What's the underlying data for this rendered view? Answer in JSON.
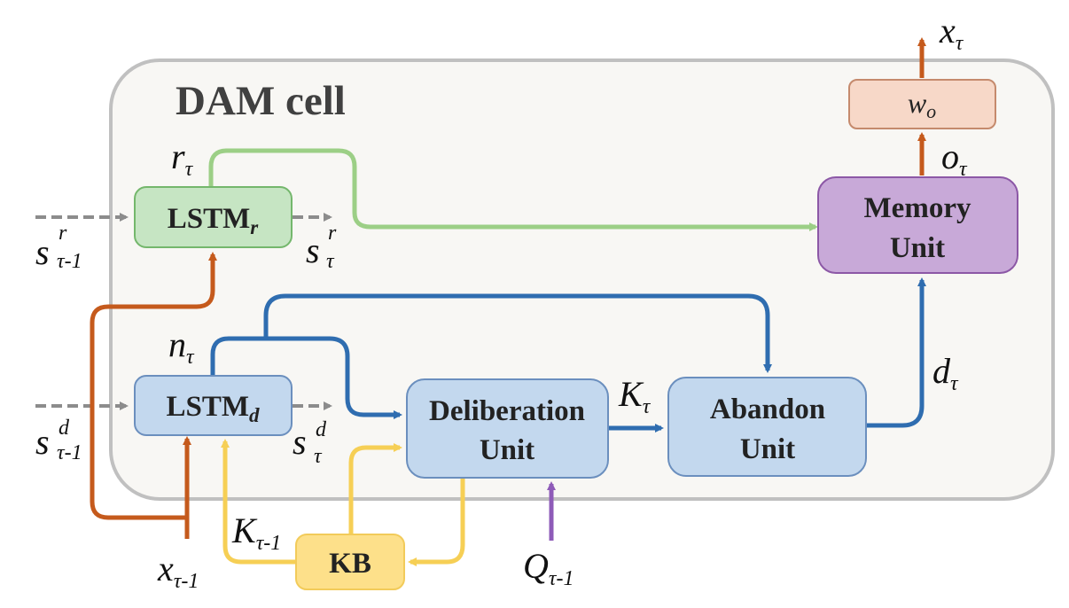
{
  "cell": {
    "title": "DAM cell"
  },
  "boxes": {
    "lstm_r": {
      "main": "LSTM",
      "sub": "r"
    },
    "lstm_d": {
      "main": "LSTM",
      "sub": "d"
    },
    "deliberation": {
      "line1": "Deliberation",
      "line2": "Unit"
    },
    "abandon": {
      "line1": "Abandon",
      "line2": "Unit"
    },
    "memory": {
      "line1": "Memory",
      "line2": "Unit"
    },
    "wo": {
      "main": "w",
      "sub": "o"
    },
    "kb": {
      "label": "KB"
    }
  },
  "labels": {
    "x_tau": {
      "main": "x",
      "sub": "τ"
    },
    "o_tau": {
      "main": "o",
      "sub": "τ"
    },
    "r_tau": {
      "main": "r",
      "sub": "τ"
    },
    "n_tau": {
      "main": "n",
      "sub": "τ"
    },
    "d_tau": {
      "main": "d",
      "sub": "τ"
    },
    "K_tau": {
      "main": "K",
      "sub": "τ"
    },
    "K_tau_prev": {
      "main": "K",
      "sub": "τ-1"
    },
    "x_tau_prev": {
      "main": "x",
      "sub": "τ-1"
    },
    "Q_tau_prev": {
      "main": "Q",
      "sub": "τ-1"
    },
    "s_r_prev": {
      "main": "s",
      "sup": "r",
      "sub": "τ-1"
    },
    "s_r": {
      "main": "s",
      "sup": "r",
      "sub": "τ"
    },
    "s_d_prev": {
      "main": "s",
      "sup": "d",
      "sub": "τ-1"
    },
    "s_d": {
      "main": "s",
      "sup": "d",
      "sub": "τ"
    }
  },
  "colors": {
    "cell_fill": "#f8f7f4",
    "cell_border": "#c0c0c0",
    "lstm_r_fill": "#c6e5c3",
    "lstm_r_border": "#74b76c",
    "blue_fill": "#c3d8ee",
    "blue_border": "#6b8fbe",
    "memory_fill": "#c8a9d8",
    "memory_border": "#8c58a6",
    "wo_fill": "#f7d8c8",
    "wo_border": "#c58a6d",
    "kb_fill": "#fde08a",
    "arrow_blue": "#2f6db0",
    "arrow_green": "#9ccf86",
    "arrow_orange": "#c55a1c",
    "arrow_yellow": "#f6cf55",
    "arrow_purple": "#8e5bb8",
    "arrow_gray": "#8c8c8c"
  }
}
